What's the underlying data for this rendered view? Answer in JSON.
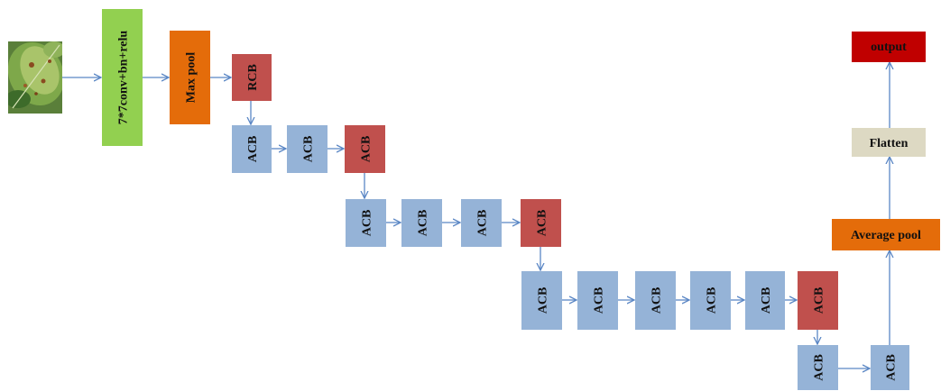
{
  "colors": {
    "acb": "#95b3d7",
    "rcb": "#c0504d",
    "conv": "#92d050",
    "pool": "#e46c0a",
    "flatten": "#ddd9c3",
    "output": "#c00000",
    "arrow": "#5b87c5",
    "leaf_dark": "#3d6b2a",
    "leaf_mid": "#6f9a3c",
    "leaf_light": "#a9c46a",
    "leaf_spot": "#8a4b20"
  },
  "nodes": {
    "conv": "7*7conv+bn+relu",
    "maxpool": "Max pool",
    "rcb": "RCB",
    "acb": "ACB",
    "avgpool": "Average pool",
    "flatten": "Flatten",
    "output": "output"
  }
}
